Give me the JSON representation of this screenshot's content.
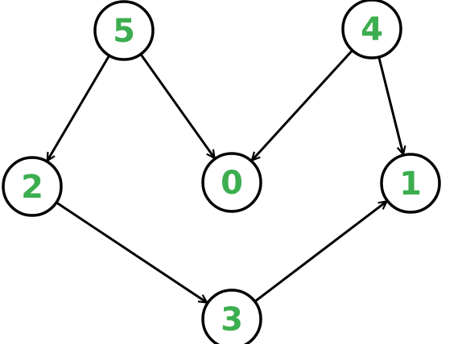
{
  "diagram": {
    "type": "directed-graph",
    "colors": {
      "stroke": "#000000",
      "node_fill": "#ffffff",
      "label": "#3cae4f"
    },
    "nodes": [
      {
        "id": "5",
        "label": "5"
      },
      {
        "id": "4",
        "label": "4"
      },
      {
        "id": "2",
        "label": "2"
      },
      {
        "id": "0",
        "label": "0"
      },
      {
        "id": "1",
        "label": "1"
      },
      {
        "id": "3",
        "label": "3"
      }
    ],
    "edges": [
      {
        "from": "5",
        "to": "2"
      },
      {
        "from": "5",
        "to": "0"
      },
      {
        "from": "4",
        "to": "0"
      },
      {
        "from": "4",
        "to": "1"
      },
      {
        "from": "2",
        "to": "3"
      },
      {
        "from": "3",
        "to": "1"
      }
    ]
  }
}
